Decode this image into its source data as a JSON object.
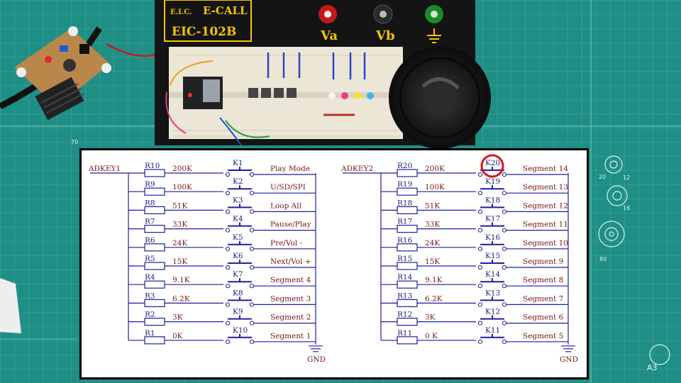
{
  "device": {
    "brand": "E-CALL",
    "brand_small": "E.I.C.",
    "model": "EIC-102B",
    "terminals": [
      "Va",
      "Vb"
    ]
  },
  "schematic": {
    "left": {
      "net": "ADKEY1",
      "rows": [
        {
          "r": "R10",
          "v": "200K",
          "k": "K1",
          "fn": "Play Mode"
        },
        {
          "r": "R9",
          "v": "100K",
          "k": "K2",
          "fn": "U/SD/SPI"
        },
        {
          "r": "R8",
          "v": "51K",
          "k": "K3",
          "fn": "Loop All"
        },
        {
          "r": "R7",
          "v": "33K",
          "k": "K4",
          "fn": "Pause/Play"
        },
        {
          "r": "R6",
          "v": "24K",
          "k": "K5",
          "fn": "Pre/Vol -"
        },
        {
          "r": "R5",
          "v": "15K",
          "k": "K6",
          "fn": "Next/Vol +"
        },
        {
          "r": "R4",
          "v": "9.1K",
          "k": "K7",
          "fn": "Segment 4"
        },
        {
          "r": "R3",
          "v": "6.2K",
          "k": "K8",
          "fn": "Segment 3"
        },
        {
          "r": "R2",
          "v": "3K",
          "k": "K9",
          "fn": "Segment 2"
        },
        {
          "r": "R1",
          "v": "0K",
          "k": "K10",
          "fn": "Segment 1"
        }
      ],
      "gnd": "GND"
    },
    "right": {
      "net": "ADKEY2",
      "rows": [
        {
          "r": "R20",
          "v": "200K",
          "k": "K20",
          "fn": "Segment 14"
        },
        {
          "r": "R19",
          "v": "100K",
          "k": "K19",
          "fn": "Segment 13"
        },
        {
          "r": "R18",
          "v": "51K",
          "k": "K18",
          "fn": "Segment 12"
        },
        {
          "r": "R17",
          "v": "33K",
          "k": "K17",
          "fn": "Segment 11"
        },
        {
          "r": "R16",
          "v": "24K",
          "k": "K16",
          "fn": "Segment 10"
        },
        {
          "r": "R15",
          "v": "15K",
          "k": "K15",
          "fn": "Segment 9"
        },
        {
          "r": "R14",
          "v": "9.1K",
          "k": "K14",
          "fn": "Segment 8"
        },
        {
          "r": "R13",
          "v": "6.2K",
          "k": "K13",
          "fn": "Segment 7"
        },
        {
          "r": "R12",
          "v": "3K",
          "k": "K12",
          "fn": "Segment 6"
        },
        {
          "r": "R11",
          "v": "0 K",
          "k": "K11",
          "fn": "Segment 5"
        }
      ],
      "gnd": "GND",
      "highlighted_key": "K20",
      "highlight_color": "#d81818"
    }
  },
  "mat": {
    "corner_label": "A3",
    "numbers": [
      "12",
      "16",
      "20",
      "70",
      "80"
    ]
  },
  "colors": {
    "mat": "#1f8f86",
    "schematic_wire": "#1f1fa0",
    "schematic_text": "#7a1414",
    "panel": "#141414",
    "panel_text": "#f4c400"
  }
}
